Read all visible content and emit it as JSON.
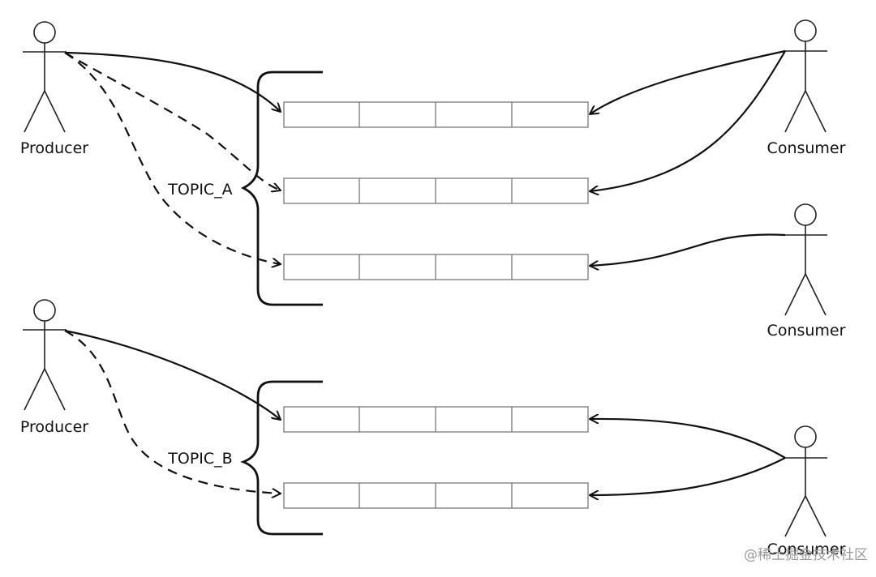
{
  "actors": {
    "producer_top": "Producer",
    "producer_bottom": "Producer",
    "consumer_1": "Consumer",
    "consumer_2": "Consumer",
    "consumer_3": "Consumer"
  },
  "topics": {
    "topic_a": "TOPIC_A",
    "topic_b": "TOPIC_B"
  },
  "watermark": "@稀土掘金技术社区"
}
